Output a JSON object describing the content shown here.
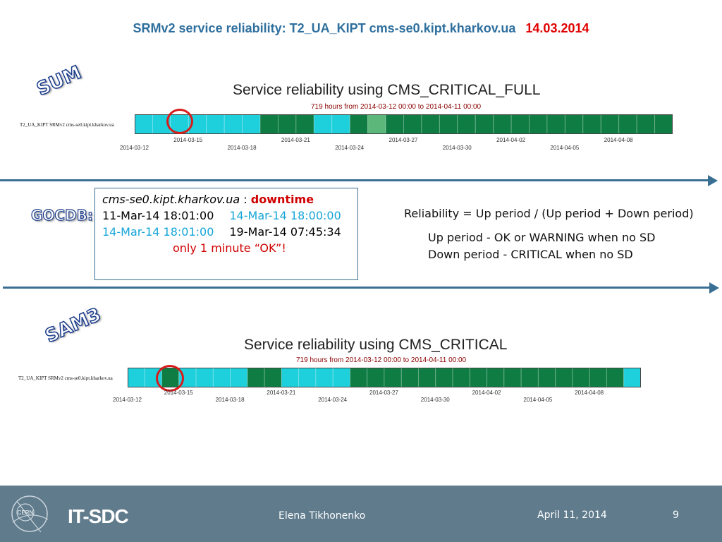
{
  "title": {
    "main": "SRMv2 service reliability: T2_UA_KIPT cms-se0.kipt.kharkov.ua",
    "date": "14.03.2014"
  },
  "labels": {
    "sum": "SUM",
    "gocdb": "GOCDB:",
    "sam3": "SAM3"
  },
  "charts": [
    {
      "title": "Service reliability using CMS_CRITICAL_FULL",
      "subtitle": "719 hours from 2014-03-12 00:00 to 2014-04-11 00:00",
      "row_label": "T2_UA_KIPT SRMv2 cms-se0.kipt.kharkov.ua",
      "ticks_lower": [
        "2014-03-12",
        "2014-03-18",
        "2014-03-24",
        "2014-03-30",
        "2014-04-05"
      ],
      "ticks_upper": [
        "2014-03-15",
        "2014-03-21",
        "2014-03-27",
        "2014-04-02",
        "2014-04-08"
      ],
      "day_status": [
        "cyan",
        "cyan",
        "cyan",
        "cyan",
        "cyan",
        "cyan",
        "cyan",
        "dark",
        "dark",
        "dark",
        "cyan",
        "cyan",
        "dark",
        "light",
        "dark",
        "dark",
        "dark",
        "dark",
        "dark",
        "dark",
        "dark",
        "dark",
        "dark",
        "dark",
        "dark",
        "dark",
        "dark",
        "dark",
        "dark",
        "dark"
      ]
    },
    {
      "title": "Service reliability using CMS_CRITICAL",
      "subtitle": "719 hours from 2014-03-12 00:00 to 2014-04-11 00:00",
      "row_label": "T2_UA_KIPT SRMv2 cms-se0.kipt.kharkov.ua",
      "ticks_lower": [
        "2014-03-12",
        "2014-03-18",
        "2014-03-24",
        "2014-03-30",
        "2014-04-05"
      ],
      "ticks_upper": [
        "2014-03-15",
        "2014-03-21",
        "2014-03-27",
        "2014-04-02",
        "2014-04-08"
      ],
      "day_status": [
        "cyan",
        "cyan",
        "dark",
        "cyan",
        "cyan",
        "cyan",
        "cyan",
        "dark",
        "dark",
        "cyan",
        "cyan",
        "cyan",
        "cyan",
        "dark",
        "dark",
        "dark",
        "dark",
        "dark",
        "dark",
        "dark",
        "dark",
        "dark",
        "dark",
        "dark",
        "dark",
        "dark",
        "dark",
        "dark",
        "dark",
        "cyan"
      ]
    }
  ],
  "downtime": {
    "header_host": "cms-se0.kipt.kharkov.ua",
    "header_sep": " : ",
    "header_word": "downtime",
    "row1_start": "11-Mar-14 18:01:00",
    "row1_end": "14-Mar-14 18:00:00",
    "row2_start": "14-Mar-14 18:01:00",
    "row2_end": "19-Mar-14 07:45:34",
    "note": "only 1 minute “OK”!"
  },
  "reliability": {
    "formula": "Reliability = Up period / (Up period + Down period)",
    "up": "Up period - OK or WARNING when no SD",
    "down": "Down period - CRITICAL when no SD"
  },
  "footer": {
    "logo_text": "CERN",
    "dept": "IT-SDC",
    "author": "Elena Tikhonenko",
    "date": "April 11, 2014",
    "page": "9"
  },
  "colors": {
    "cyan": "#1ecfdc",
    "dark": "#0f7d43",
    "light": "#5cb87a",
    "red": "#e00000",
    "blue": "#2e6f9e",
    "footer": "#5f7b8c"
  }
}
